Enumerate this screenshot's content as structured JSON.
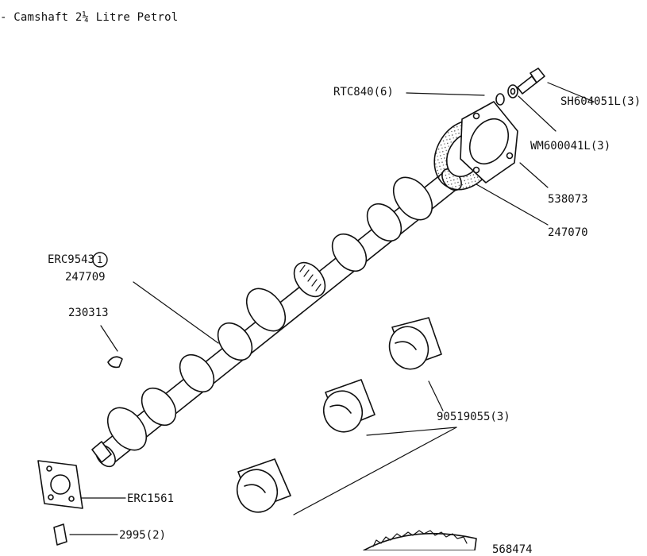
{
  "title": "- Camshaft 2¼ Litre Petrol",
  "parts": {
    "rtc840": "RTC840(6)",
    "sh604051l": "SH604051L(3)",
    "wm600041l": "WM600041L(3)",
    "p538073": "538073",
    "p247070": "247070",
    "erc9543": "ERC9543",
    "erc9543_note": "1",
    "p247709": "247709",
    "p230313": "230313",
    "bearings": "90519055(3)",
    "erc1561": "ERC1561",
    "p2995": "2995(2)",
    "p568474": "568474"
  }
}
